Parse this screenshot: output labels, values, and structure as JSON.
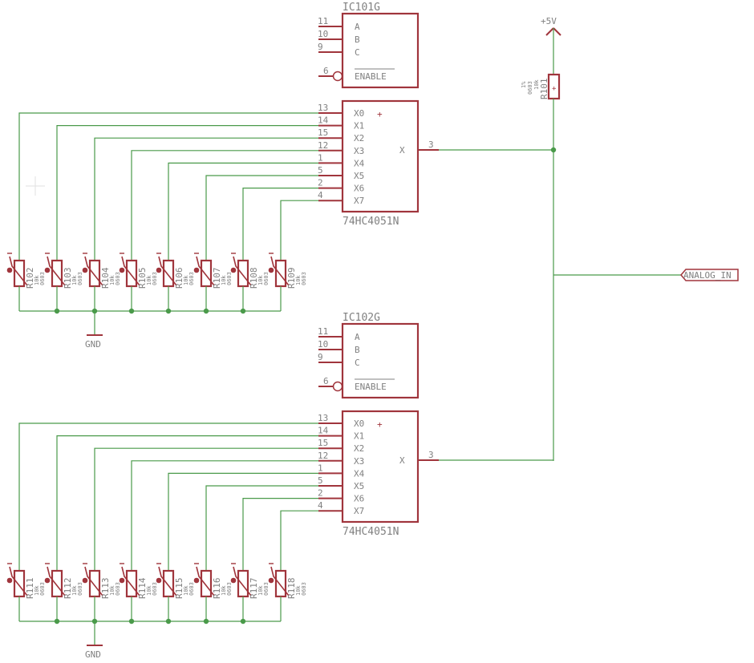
{
  "colors": {
    "wire": "#4a9a4a",
    "part": "#a0353c",
    "text": "#808080",
    "background": "#ffffff"
  },
  "icons": {
    "cursor": "crosshair-icon",
    "thermistor": "thermistor-icon",
    "power": "power-arrow-icon",
    "ground": "ground-icon",
    "port": "net-port-icon"
  },
  "power": {
    "label": "+5V"
  },
  "ground": [
    {
      "label": "GND"
    },
    {
      "label": "GND"
    }
  ],
  "net_port": {
    "label": "ANALOG_IN"
  },
  "pullup": {
    "name": "R101",
    "value": "10k",
    "package": "0603",
    "tolerance": "1%"
  },
  "mux": [
    {
      "name": "IC101G",
      "value": "74HC4051N",
      "control_pins": [
        {
          "num": "11",
          "name": "A"
        },
        {
          "num": "10",
          "name": "B"
        },
        {
          "num": "9",
          "name": "C"
        }
      ],
      "enable_pin": {
        "num": "6",
        "name": "ENABLE"
      },
      "channel_pins": [
        {
          "num": "13",
          "name": "X0"
        },
        {
          "num": "14",
          "name": "X1"
        },
        {
          "num": "15",
          "name": "X2"
        },
        {
          "num": "12",
          "name": "X3"
        },
        {
          "num": "1",
          "name": "X4"
        },
        {
          "num": "5",
          "name": "X5"
        },
        {
          "num": "2",
          "name": "X6"
        },
        {
          "num": "4",
          "name": "X7"
        }
      ],
      "common_pin": {
        "num": "3",
        "name": "X"
      },
      "plus_mark": "+",
      "thermistors": [
        {
          "name": "R102",
          "value": "10k",
          "package": "0603"
        },
        {
          "name": "R103",
          "value": "10k",
          "package": "0603"
        },
        {
          "name": "R104",
          "value": "10k",
          "package": "0603"
        },
        {
          "name": "R105",
          "value": "10k",
          "package": "0603"
        },
        {
          "name": "R106",
          "value": "10k",
          "package": "0603"
        },
        {
          "name": "R107",
          "value": "10k",
          "package": "0603"
        },
        {
          "name": "R108",
          "value": "10k",
          "package": "0603"
        },
        {
          "name": "R109",
          "value": "10k",
          "package": "0603"
        }
      ]
    },
    {
      "name": "IC102G",
      "value": "74HC4051N",
      "control_pins": [
        {
          "num": "11",
          "name": "A"
        },
        {
          "num": "10",
          "name": "B"
        },
        {
          "num": "9",
          "name": "C"
        }
      ],
      "enable_pin": {
        "num": "6",
        "name": "ENABLE"
      },
      "channel_pins": [
        {
          "num": "13",
          "name": "X0"
        },
        {
          "num": "14",
          "name": "X1"
        },
        {
          "num": "15",
          "name": "X2"
        },
        {
          "num": "12",
          "name": "X3"
        },
        {
          "num": "1",
          "name": "X4"
        },
        {
          "num": "5",
          "name": "X5"
        },
        {
          "num": "2",
          "name": "X6"
        },
        {
          "num": "4",
          "name": "X7"
        }
      ],
      "common_pin": {
        "num": "3",
        "name": "X"
      },
      "plus_mark": "+",
      "thermistors": [
        {
          "name": "R111",
          "value": "10k",
          "package": "0603"
        },
        {
          "name": "R112",
          "value": "10k",
          "package": "0603"
        },
        {
          "name": "R113",
          "value": "10k",
          "package": "0603"
        },
        {
          "name": "R114",
          "value": "10k",
          "package": "0603"
        },
        {
          "name": "R115",
          "value": "10k",
          "package": "0603"
        },
        {
          "name": "R116",
          "value": "10k",
          "package": "0603"
        },
        {
          "name": "R117",
          "value": "10k",
          "package": "0603"
        },
        {
          "name": "R118",
          "value": "10k",
          "package": "0603"
        }
      ]
    }
  ]
}
